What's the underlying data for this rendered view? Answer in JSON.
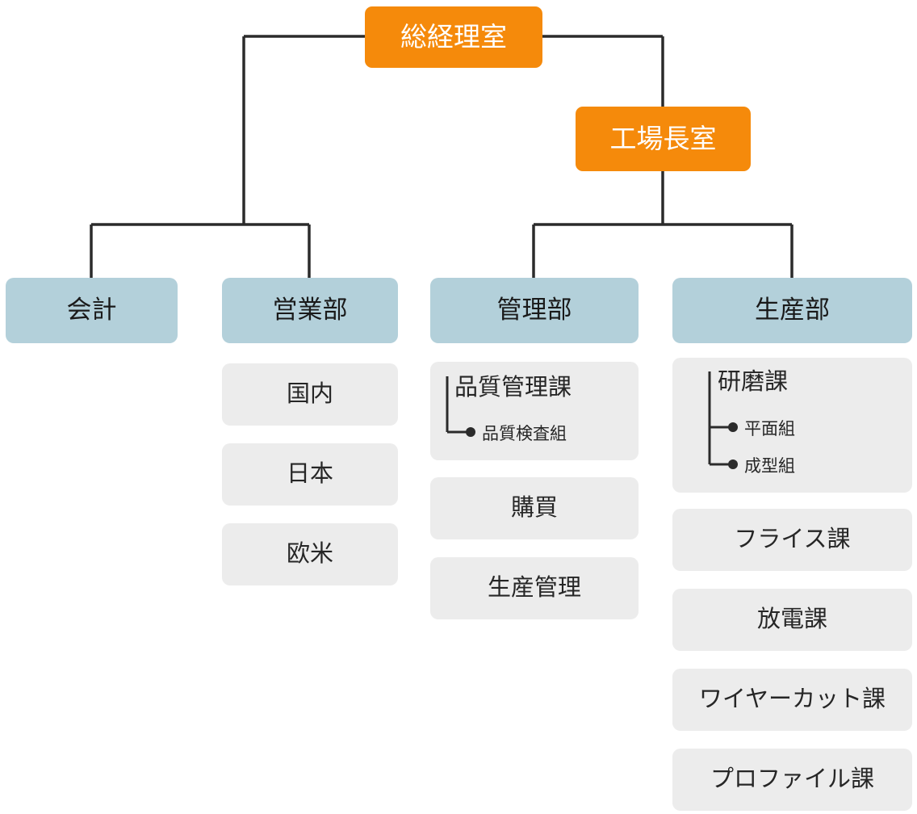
{
  "chart_title": "",
  "colors": {
    "executive_bg": "#F58A0B",
    "executive_text": "#FFFFFF",
    "department_bg": "#B3D0DA",
    "department_text": "#1A1A1A",
    "subunit_bg": "#ECECEC",
    "subunit_text": "#262626",
    "connector_line": "#2B2B2B",
    "background": "#FFFFFF"
  },
  "nodes": {
    "executive": {
      "general_manager_office": "総経理室",
      "factory_manager_office": "工場長室"
    },
    "departments": {
      "accounting": "会計",
      "sales": "営業部",
      "administration": "管理部",
      "production": "生産部"
    },
    "sales_units": [
      {
        "label": "国内"
      },
      {
        "label": "日本"
      },
      {
        "label": "欧米"
      }
    ],
    "administration_units": [
      {
        "label": "品質管理課",
        "children": [
          {
            "label": "品質検査組"
          }
        ]
      },
      {
        "label": "購買",
        "children": []
      },
      {
        "label": "生産管理",
        "children": []
      }
    ],
    "production_units": [
      {
        "label": "研磨課",
        "children": [
          {
            "label": "平面組"
          },
          {
            "label": "成型組"
          }
        ]
      },
      {
        "label": "フライス課",
        "children": []
      },
      {
        "label": "放電課",
        "children": []
      },
      {
        "label": "ワイヤーカット課",
        "children": []
      },
      {
        "label": "プロファイル課",
        "children": []
      }
    ]
  }
}
